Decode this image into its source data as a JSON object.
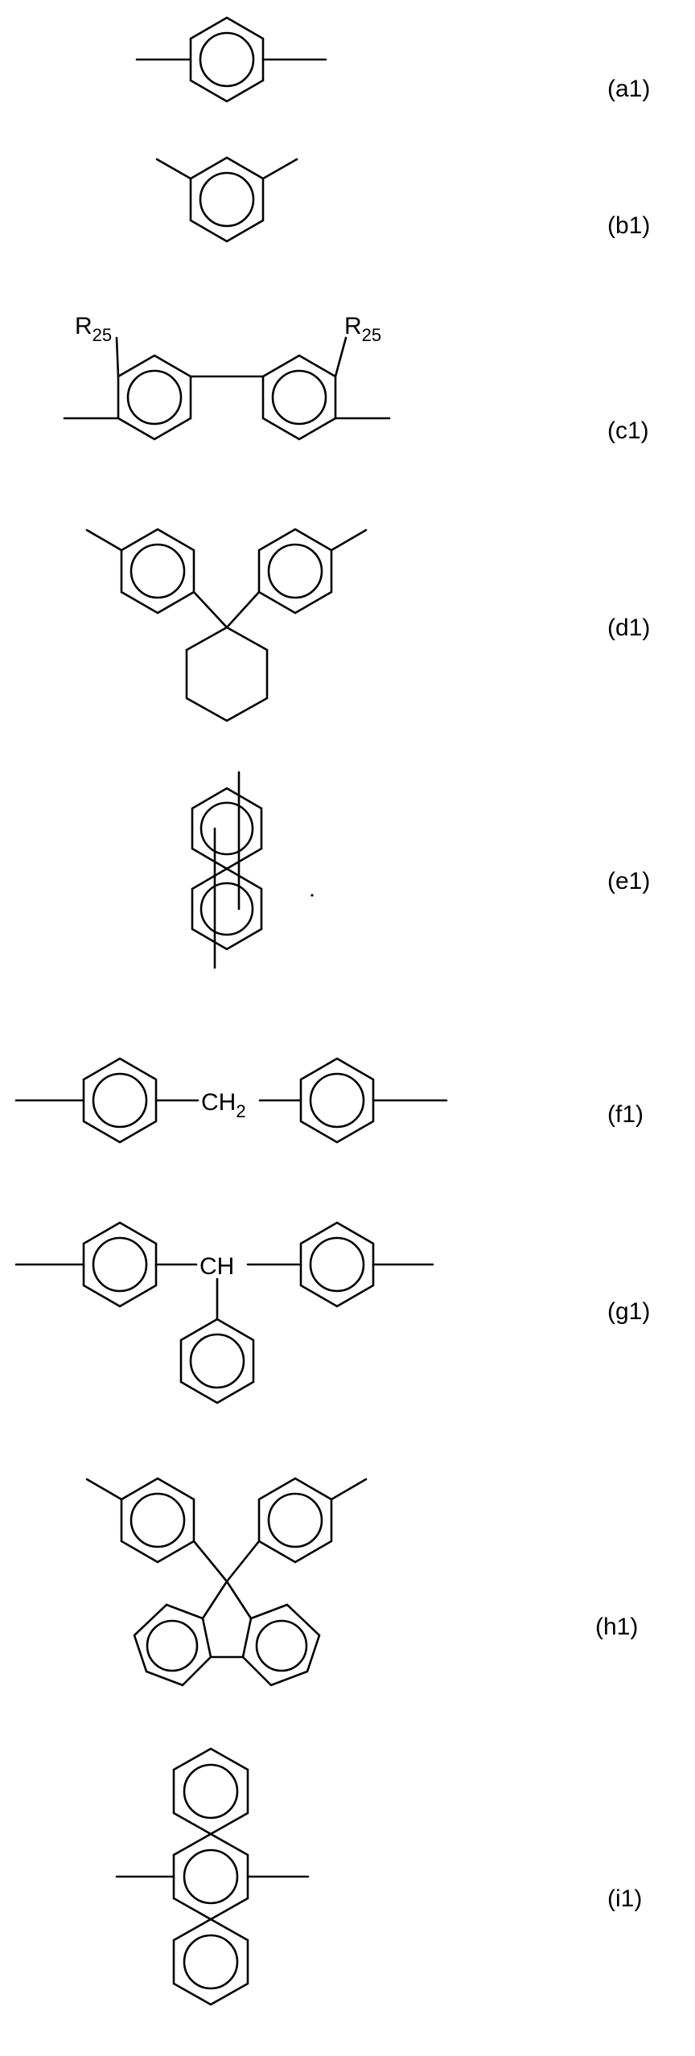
{
  "structures": [
    {
      "id": "a1",
      "label": "(a1)"
    },
    {
      "id": "b1",
      "label": "(b1)"
    },
    {
      "id": "c1",
      "label": "(c1)",
      "substituent_main": "R",
      "substituent_sub": "25"
    },
    {
      "id": "d1",
      "label": "(d1)"
    },
    {
      "id": "e1",
      "label": "(e1)"
    },
    {
      "id": "f1",
      "label": "(f1)",
      "bridge_main": "CH",
      "bridge_sub": "2"
    },
    {
      "id": "g1",
      "label": "(g1)",
      "bridge": "CH"
    },
    {
      "id": "h1",
      "label": "(h1)"
    },
    {
      "id": "i1",
      "label": "(i1)"
    }
  ]
}
